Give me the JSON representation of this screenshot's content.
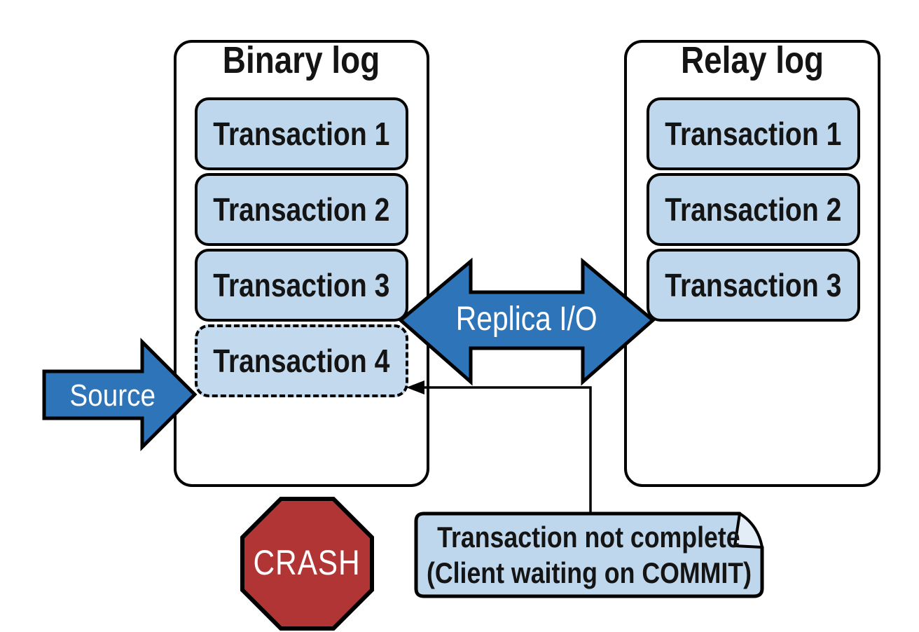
{
  "diagram": {
    "binary_log": {
      "title": "Binary log",
      "transactions": [
        "Transaction 1",
        "Transaction 2",
        "Transaction 3",
        "Transaction 4"
      ],
      "transaction_4_state": "incomplete-dashed"
    },
    "relay_log": {
      "title": "Relay log",
      "transactions": [
        "Transaction 1",
        "Transaction 2",
        "Transaction 3"
      ]
    },
    "arrows": {
      "replica_io_label": "Replica I/O",
      "source_label": "Source"
    },
    "crash_sign": {
      "label": "CRASH"
    },
    "note": {
      "line1": "Transaction not complete",
      "line2": "(Client waiting on COMMIT)"
    },
    "colors": {
      "transaction_fill": "#bed7ec",
      "arrow_fill": "#2e74b8",
      "crash_fill": "#b23535",
      "note_fill": "#bed7ec",
      "note_fold_fill": "#e3edf8",
      "outline": "#000000",
      "arrow_text": "#ffffff"
    }
  }
}
